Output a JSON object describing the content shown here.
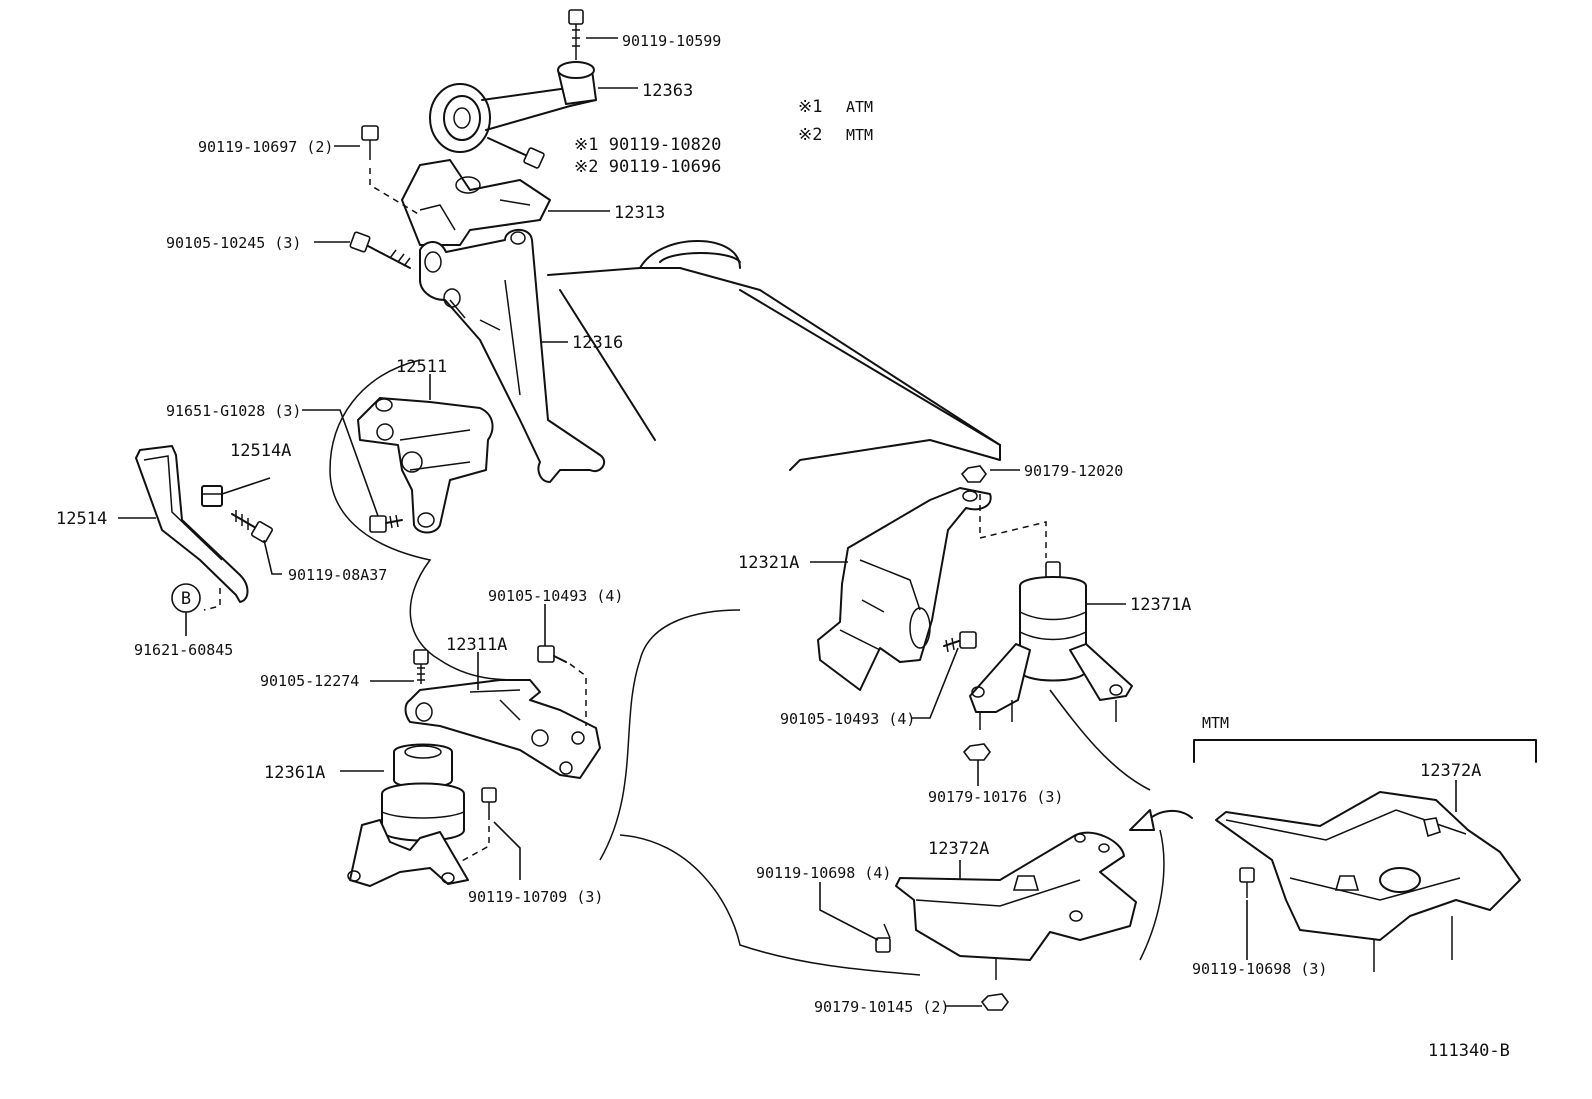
{
  "diagram": {
    "figure_id": "111340-B",
    "legend": [
      {
        "mark": "※1",
        "text": "ATM"
      },
      {
        "mark": "※2",
        "text": "MTM"
      }
    ],
    "mtm_group_label": "MTM",
    "circle_ref": "B",
    "parts": {
      "p_90119_10599": "90119-10599",
      "p_12363": "12363",
      "p_90119_10697": "90119-10697 (2)",
      "p_note1": "※1  90119-10820",
      "p_note2": "※2  90119-10696",
      "p_12313": "12313",
      "p_90105_10245": "90105-10245 (3)",
      "p_12316": "12316",
      "p_12511": "12511",
      "p_91651": "91651-G1028 (3)",
      "p_12514A": "12514A",
      "p_12514": "12514",
      "p_90119_08A37": "90119-08A37",
      "p_91621": "91621-60845",
      "p_90105_10493_a": "90105-10493 (4)",
      "p_12311A": "12311A",
      "p_90105_12274": "90105-12274",
      "p_12361A": "12361A",
      "p_90119_10709": "90119-10709 (3)",
      "p_90179_12020": "90179-12020",
      "p_12321A": "12321A",
      "p_12371A": "12371A",
      "p_90105_10493_b": "90105-10493 (4)",
      "p_90179_10176": "90179-10176 (3)",
      "p_12372A_a": "12372A",
      "p_90119_10698_a": "90119-10698 (4)",
      "p_90179_10145": "90179-10145 (2)",
      "p_12372A_b": "12372A",
      "p_90119_10698_b": "90119-10698 (3)"
    }
  }
}
